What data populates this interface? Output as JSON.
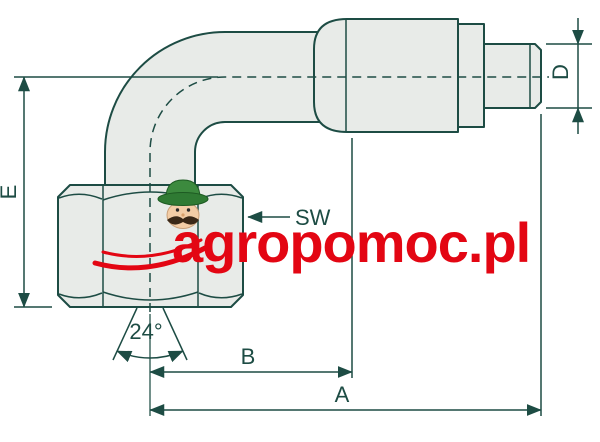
{
  "diagram": {
    "labels": {
      "e": "E",
      "d": "D",
      "sw": "SW",
      "angle": "24°",
      "b": "B",
      "a": "A"
    },
    "watermark": "agropomoc.pl",
    "colors": {
      "line": "#1d4c44",
      "metal_fill": "#e8ebe8",
      "watermark_red": "#e30613"
    }
  }
}
